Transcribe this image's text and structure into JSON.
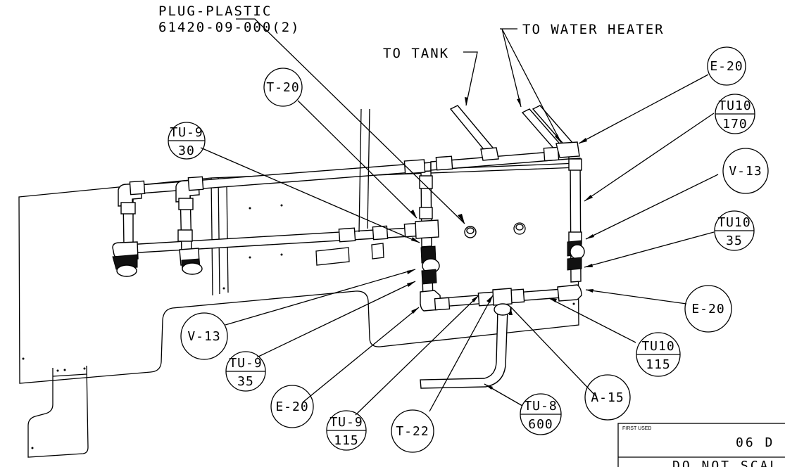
{
  "callouts": {
    "plug_plastic_name": "PLUG-PLASTIC",
    "plug_plastic_part": "61420-09-000(2)",
    "to_tank": "TO TANK",
    "to_water_heater": "TO WATER HEATER"
  },
  "bubbles": {
    "t20": "T-20",
    "e20_top": "E-20",
    "tu9_30": {
      "top": "TU-9",
      "bottom": "30"
    },
    "tu10_170": {
      "top": "TU10",
      "bottom": "170"
    },
    "v13_right": "V-13",
    "tu10_35": {
      "top": "TU10",
      "bottom": "35"
    },
    "e20_right": "E-20",
    "v13_left": "V-13",
    "tu9_35": {
      "top": "TU-9",
      "bottom": "35"
    },
    "e20_bottom": "E-20",
    "tu9_115": {
      "top": "TU-9",
      "bottom": "115"
    },
    "t22": "T-22",
    "tu8_600": {
      "top": "TU-8",
      "bottom": "600"
    },
    "a15": "A-15",
    "tu10_115": {
      "top": "TU10",
      "bottom": "115"
    }
  },
  "title_block": {
    "first_used_label": "FIRST USED",
    "first_used_value": "06 D",
    "scale_note": "DO NOT SCAL"
  }
}
